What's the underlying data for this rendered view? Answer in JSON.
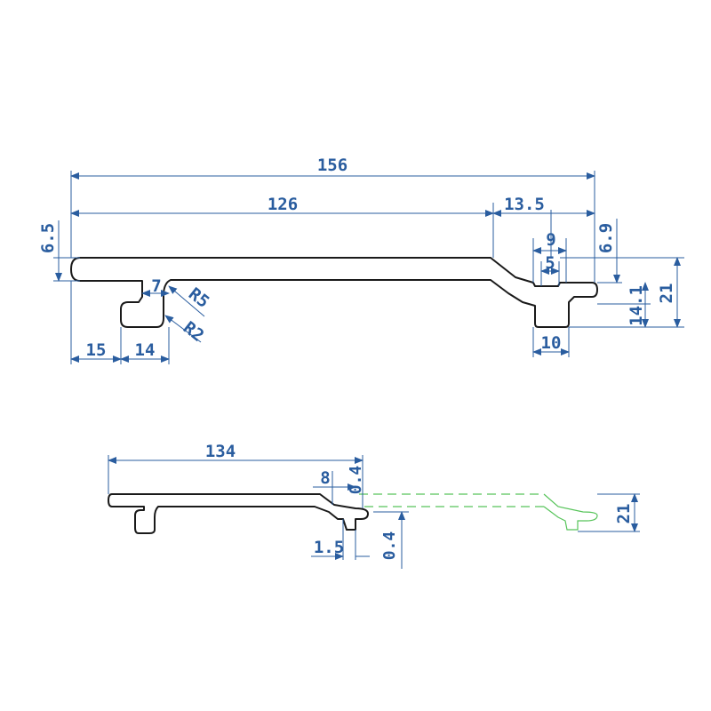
{
  "upper_profile": {
    "overall_width": "156",
    "left_section": "126",
    "right_section": "13.5",
    "top_thickness_left": "6.5",
    "top_thickness_right": "6.9",
    "right_slot_outer": "9",
    "right_slot_inner": "5",
    "right_step": "14.1",
    "overall_height": "21",
    "hook_gap": "7",
    "radius_large": "R5",
    "radius_small": "R2",
    "left_offset": "15",
    "hook_width": "14",
    "right_foot": "10"
  },
  "lower_assembly": {
    "width": "134",
    "step": "8",
    "clearance_top": "0.4",
    "overlap": "1.5",
    "clearance_bottom": "0.4",
    "mated_height": "21"
  },
  "colors": {
    "profile": "#1a1a1a",
    "dimension": "#2a5d9f",
    "ghost": "#57c45a"
  }
}
